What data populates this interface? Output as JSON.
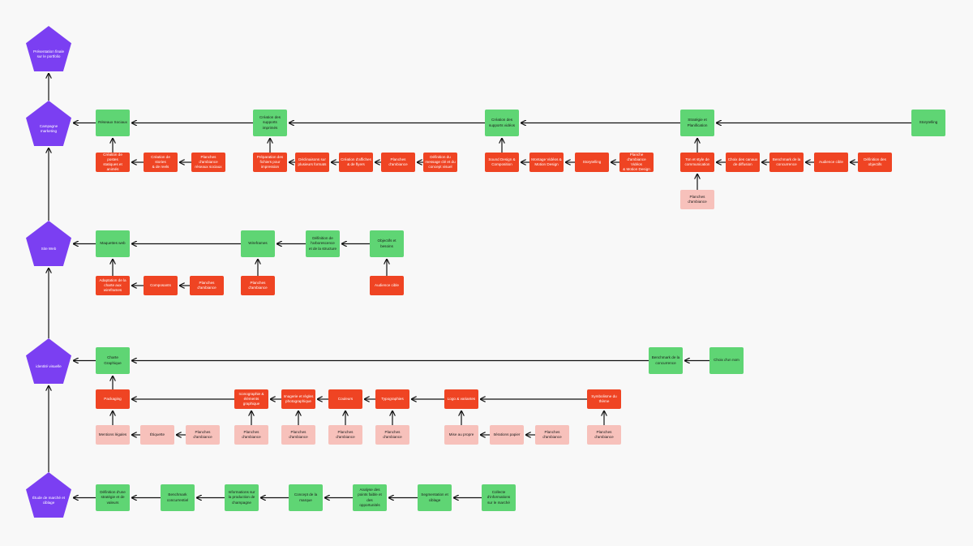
{
  "colors": {
    "background": "#f8f8f8",
    "stage": "#7b3ff2",
    "green": "#5fd574",
    "red": "#ef4423",
    "pink": "#f7c1bb",
    "arrow": "#111111"
  },
  "nodes": [
    {
      "id": "stage-presentation",
      "type": "stage",
      "label": "Présentation finale\nsur le portfolio"
    },
    {
      "id": "stage-campagne",
      "type": "stage",
      "label": "Campagne\nmarketing"
    },
    {
      "id": "stage-site",
      "type": "stage",
      "label": "Site Web"
    },
    {
      "id": "stage-identite",
      "type": "stage",
      "label": "identité visuelle"
    },
    {
      "id": "stage-etude",
      "type": "stage",
      "label": "Étude de marché et\nciblage"
    },
    {
      "id": "n-reseaux",
      "type": "green",
      "label": "Réseaux Sociaux"
    },
    {
      "id": "n-supports-imprimes",
      "type": "green",
      "label": "Création des\nsupports\nimprimés"
    },
    {
      "id": "n-supports-video",
      "type": "green",
      "label": "Création des\nsupports vidéos"
    },
    {
      "id": "n-strategie",
      "type": "green",
      "label": "Stratégie et\nPlanification"
    },
    {
      "id": "n-storytelling-top",
      "type": "green",
      "label": "Storytelling"
    },
    {
      "id": "r-posts",
      "type": "red",
      "label": "Création de postes\nstatiques et\nanimés"
    },
    {
      "id": "r-stories",
      "type": "red",
      "label": "Création de stories\n& de reels"
    },
    {
      "id": "r-planches-reseaux",
      "type": "red",
      "label": "Planches\nd'ambiance\nréseaux sociaux"
    },
    {
      "id": "r-preparation",
      "type": "red",
      "label": "Préparation des\nfichiers pour\nimpression"
    },
    {
      "id": "r-declinaisons",
      "type": "red",
      "label": "Déclinaisons sur\nplusieurs formats"
    },
    {
      "id": "r-affiches",
      "type": "red",
      "label": "Création d'affiches\n& de flyers"
    },
    {
      "id": "r-planches-print",
      "type": "red",
      "label": "Planches\nd'ambiance"
    },
    {
      "id": "r-def-message",
      "type": "red",
      "label": "Définition du\nmessage clé et du\nconcept visuel"
    },
    {
      "id": "r-sound",
      "type": "red",
      "label": "Sound Design &\nComposition"
    },
    {
      "id": "r-montage",
      "type": "red",
      "label": "Montage Vidéos &\nMotion Design"
    },
    {
      "id": "r-storytelling-video",
      "type": "red",
      "label": "Storytelling"
    },
    {
      "id": "r-planche-video",
      "type": "red",
      "label": "Planche\nd'ambiance Vidéos\n& Motion Design"
    },
    {
      "id": "r-ton",
      "type": "red",
      "label": "Ton et style de\ncommunication"
    },
    {
      "id": "r-canaux",
      "type": "red",
      "label": "Choix des canaux\nde diffusion"
    },
    {
      "id": "r-bench-conc",
      "type": "red",
      "label": "Benchmark de la\nconcurrence"
    },
    {
      "id": "r-audience-cible-top",
      "type": "red",
      "label": "Audience cible"
    },
    {
      "id": "r-def-objectifs",
      "type": "red",
      "label": "Définition des\nobjectifs"
    },
    {
      "id": "p-planches-ton",
      "type": "pink",
      "label": "Planches\nd'ambiance"
    },
    {
      "id": "n-maquettes",
      "type": "green",
      "label": "Maquettes web"
    },
    {
      "id": "n-wireframes",
      "type": "green",
      "label": "Wireframes"
    },
    {
      "id": "n-arbo",
      "type": "green",
      "label": "Définition de\nl'arborescence\net de la structure"
    },
    {
      "id": "n-objectifs",
      "type": "green",
      "label": "Objectifs et\nbesoins"
    },
    {
      "id": "r-adaptation",
      "type": "red",
      "label": "Adaptation de la\ncharte aux\nwireframes"
    },
    {
      "id": "r-composants",
      "type": "red",
      "label": "Composants"
    },
    {
      "id": "r-planches-site",
      "type": "red",
      "label": "Planches\nd'ambiance"
    },
    {
      "id": "r-planches-wire",
      "type": "red",
      "label": "Planches\nd'ambiance"
    },
    {
      "id": "r-audience-site",
      "type": "red",
      "label": "Audience cible"
    },
    {
      "id": "n-charte",
      "type": "green",
      "label": "Charte\nGraphique"
    },
    {
      "id": "n-bench-conc-id",
      "type": "green",
      "label": "Benchmark de la\nconcurrence"
    },
    {
      "id": "n-choix-nom",
      "type": "green",
      "label": "Choix d'un nom"
    },
    {
      "id": "r-packaging",
      "type": "red",
      "label": "Packaging"
    },
    {
      "id": "r-iconographie",
      "type": "red",
      "label": "Iconographie &\néléments\ngraphique"
    },
    {
      "id": "r-imagerie",
      "type": "red",
      "label": "Imagerie et règles\nphotographique"
    },
    {
      "id": "r-couleurs",
      "type": "red",
      "label": "Couleurs"
    },
    {
      "id": "r-typographies",
      "type": "red",
      "label": "Typographies"
    },
    {
      "id": "r-logo",
      "type": "red",
      "label": "Logo & variantes"
    },
    {
      "id": "r-symbolisme",
      "type": "red",
      "label": "Symbolisme du\nthème"
    },
    {
      "id": "p-mentions",
      "type": "pink",
      "label": "Mentions légales"
    },
    {
      "id": "p-etiquette",
      "type": "pink",
      "label": "Étiquette"
    },
    {
      "id": "p-planches-pack",
      "type": "pink",
      "label": "Planches\nd'ambiance"
    },
    {
      "id": "p-planches-icono",
      "type": "pink",
      "label": "Planches\nd'ambiance"
    },
    {
      "id": "p-planches-imagerie",
      "type": "pink",
      "label": "Planches\nd'ambiance"
    },
    {
      "id": "p-planches-couleurs",
      "type": "pink",
      "label": "Planches\nd'ambiance"
    },
    {
      "id": "p-planches-typo",
      "type": "pink",
      "label": "Planches\nd'ambiance"
    },
    {
      "id": "p-mise-propre",
      "type": "pink",
      "label": "Mise au propre"
    },
    {
      "id": "p-iterations",
      "type": "pink",
      "label": "Itérations papier"
    },
    {
      "id": "p-planches-logo",
      "type": "pink",
      "label": "Planches\nd'ambiance"
    },
    {
      "id": "p-planches-symb",
      "type": "pink",
      "label": "Planches\nd'ambiance"
    },
    {
      "id": "n-def-strategie",
      "type": "green",
      "label": "Définition d'une\nstratégie et de\nvaleurs"
    },
    {
      "id": "n-bench-concurrentiel",
      "type": "green",
      "label": "Benchmark\nconcurrentiel"
    },
    {
      "id": "n-informations",
      "type": "green",
      "label": "Informations sur\nla production de\nchampagne"
    },
    {
      "id": "n-concept-marque",
      "type": "green",
      "label": "Concept de la\nmarque"
    },
    {
      "id": "n-analyse",
      "type": "green",
      "label": "Analyse des\npoints faible et\ndes\nopportunités"
    },
    {
      "id": "n-segmentation",
      "type": "green",
      "label": "Segmentation et\nciblage"
    },
    {
      "id": "n-collecte",
      "type": "green",
      "label": "Collecte\nd'informations\nsur le marché"
    }
  ]
}
